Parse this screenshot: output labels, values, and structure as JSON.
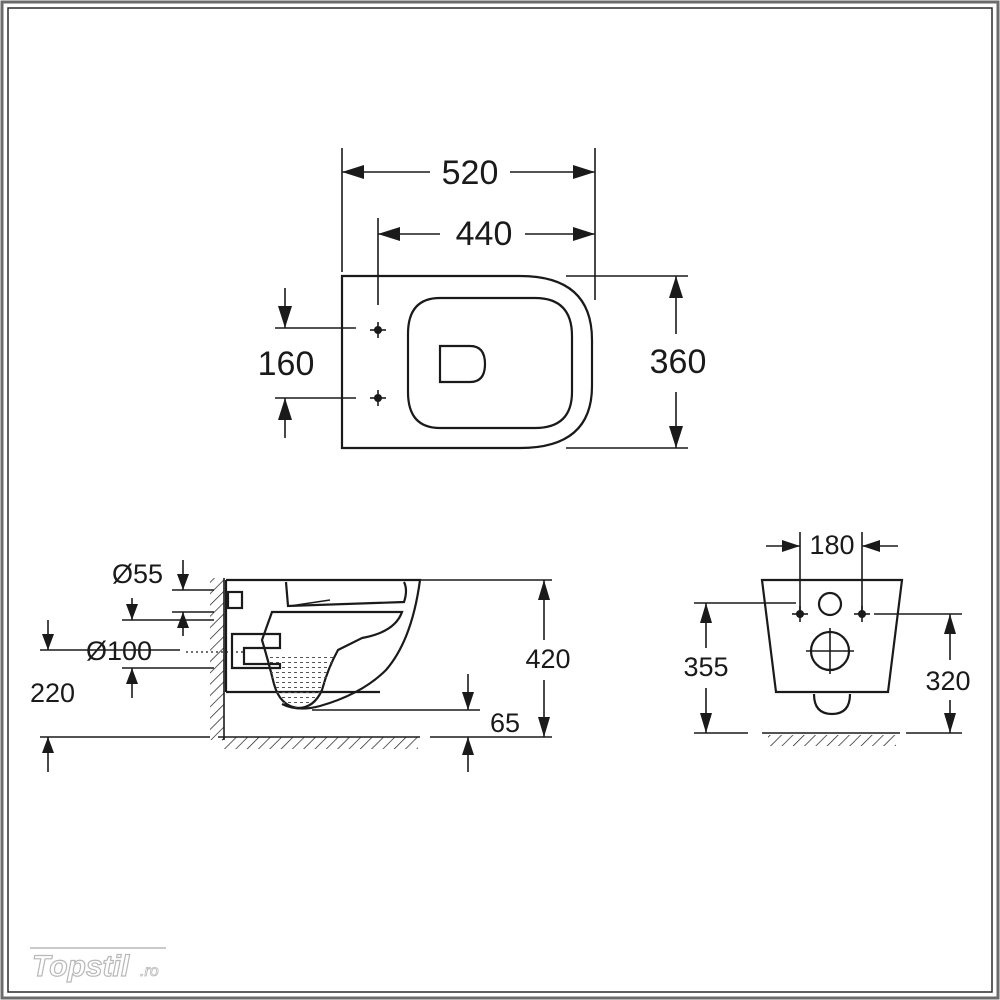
{
  "top_view": {
    "overall_width": "520",
    "inner_width": "440",
    "depth": "360",
    "fixing_spacing": "160"
  },
  "side_view": {
    "inlet_diameter": "Ø55",
    "outlet_diameter": "Ø100",
    "outlet_height": "220",
    "height": "420",
    "rim_offset": "65"
  },
  "rear_view": {
    "fixing_spacing": "180",
    "fixing_height": "355",
    "outlet_height": "320"
  },
  "watermark": {
    "brand": "Topstil",
    "suffix": ".ro"
  }
}
